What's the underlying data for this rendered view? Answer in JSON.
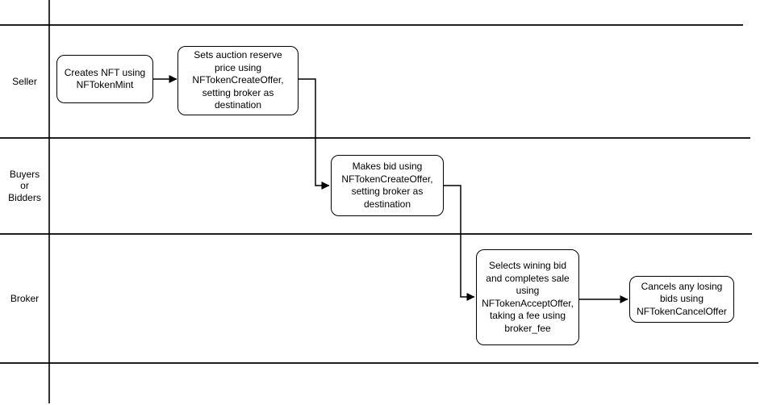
{
  "diagram": {
    "type": "swimlane-flowchart",
    "lanes": {
      "seller": "Seller",
      "buyers": "Buyers\nor\nBidders",
      "broker": "Broker"
    },
    "nodes": {
      "create_nft": "Creates NFT using\nNFTokenMint",
      "set_reserve": "Sets auction reserve\nprice using\nNFTokenCreateOffer,\nsetting broker as\ndestination",
      "make_bid": "Makes bid using\nNFTokenCreateOffer,\nsetting broker as\ndestination",
      "accept_offer": "Selects wining bid\nand completes sale\nusing\nNFTokenAcceptOffer,\ntaking a fee using\nbroker_fee",
      "cancel_offer": "Cancels any losing\nbids using\nNFTokenCancelOffer"
    },
    "edges": [
      {
        "from": "create_nft",
        "to": "set_reserve"
      },
      {
        "from": "set_reserve",
        "to": "make_bid"
      },
      {
        "from": "make_bid",
        "to": "accept_offer"
      },
      {
        "from": "accept_offer",
        "to": "cancel_offer"
      }
    ],
    "colors": {
      "stroke": "#000000",
      "fill": "#ffffff",
      "text": "#000000"
    }
  }
}
